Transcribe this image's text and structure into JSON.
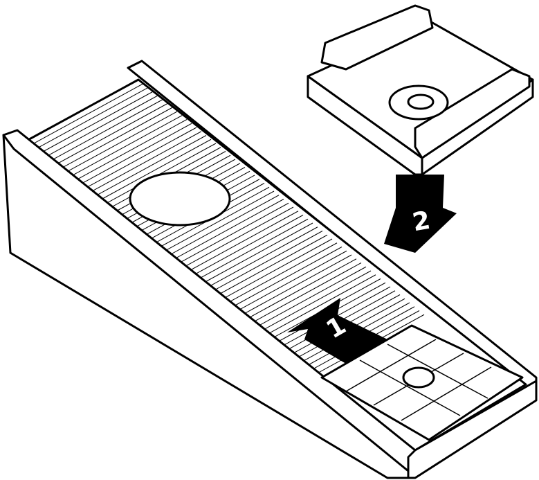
{
  "diagram": {
    "steps": [
      {
        "label": "1",
        "direction": "slide-up-ramp"
      },
      {
        "label": "2",
        "direction": "place-cap-down"
      }
    ],
    "colors": {
      "line": "#000000",
      "fill": "#ffffff",
      "arrow": "#000000"
    }
  }
}
